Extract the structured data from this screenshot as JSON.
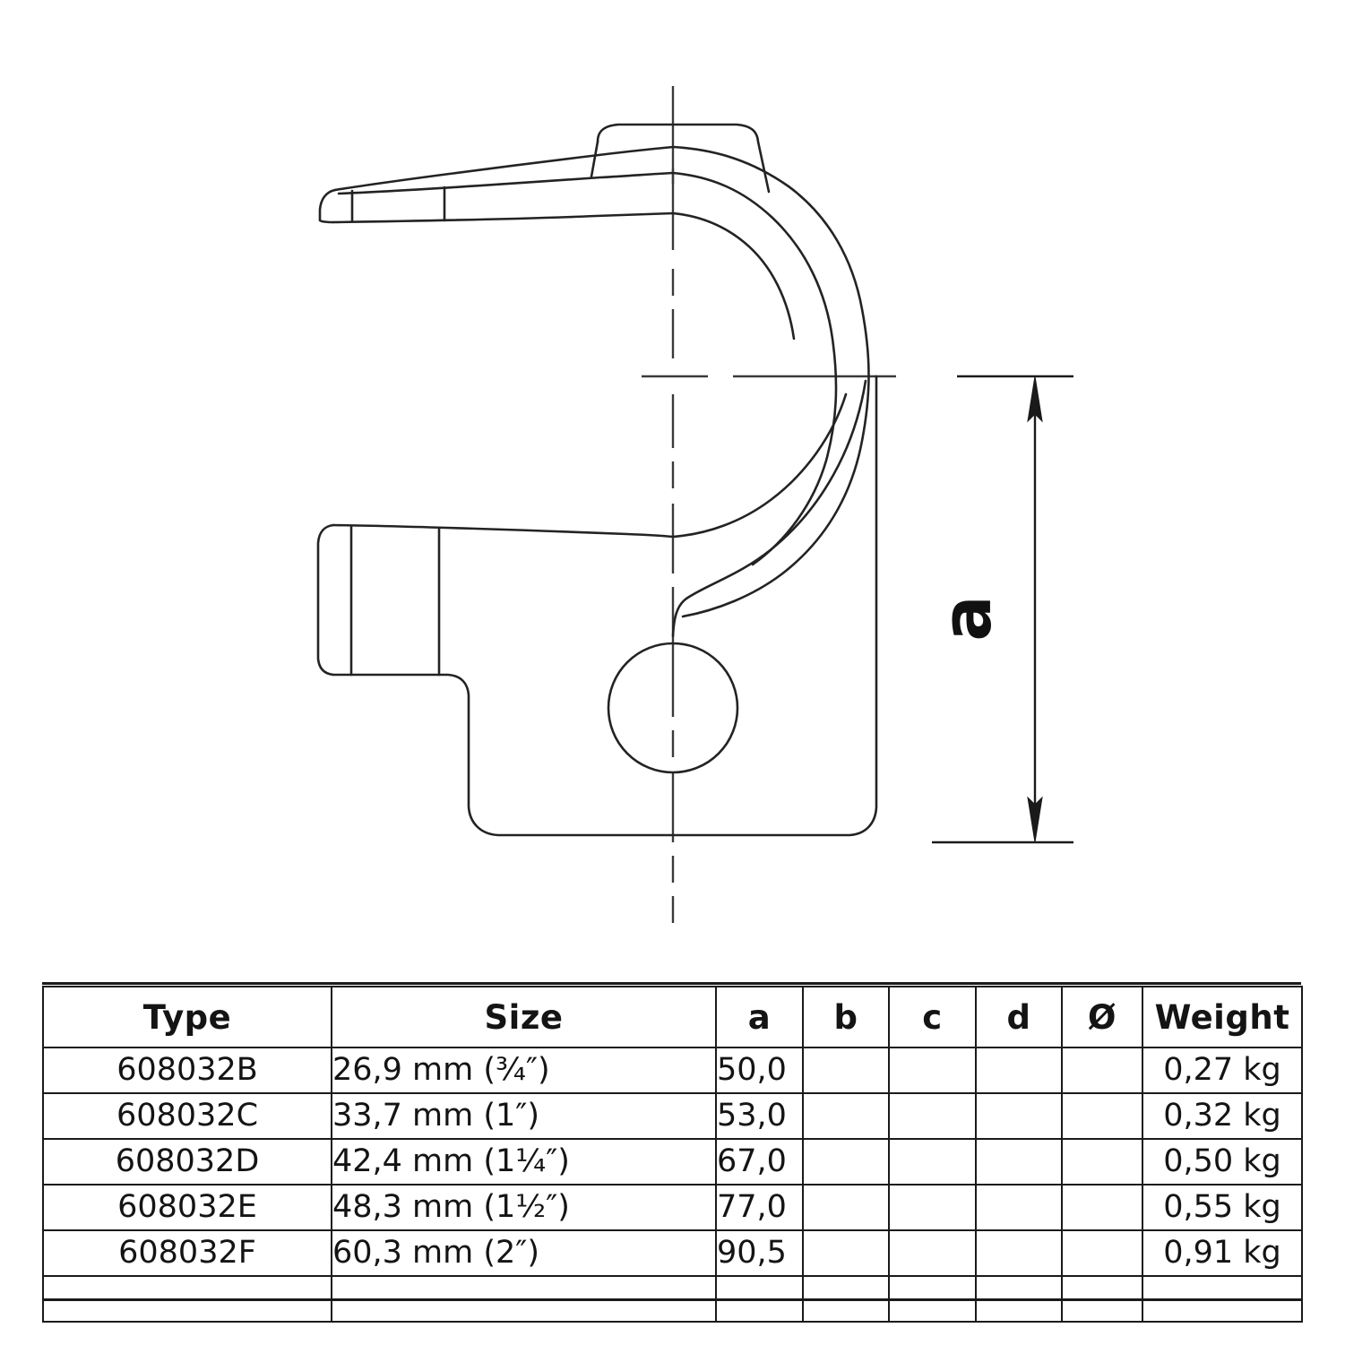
{
  "drawing": {
    "title": "pipe clamp side elevation technical drawing",
    "dimension_labels": [
      {
        "name": "a",
        "text": "a",
        "orientation": "vertical-rotated"
      }
    ],
    "line_color": "#222222",
    "center_line_color": "#3a3a3a",
    "background": "#ffffff"
  },
  "table": {
    "headers": {
      "type": "Type",
      "size": "Size",
      "a": "a",
      "b": "b",
      "c": "c",
      "d": "d",
      "dia": "Ø",
      "weight": "Weight"
    },
    "rows": [
      {
        "type": "608032B",
        "size": "26,9 mm (¾″)",
        "a": "50,0",
        "b": "",
        "c": "",
        "d": "",
        "dia": "",
        "weight": "0,27 kg"
      },
      {
        "type": "608032C",
        "size": "33,7 mm (1″)",
        "a": "53,0",
        "b": "",
        "c": "",
        "d": "",
        "dia": "",
        "weight": "0,32 kg"
      },
      {
        "type": "608032D",
        "size": "42,4 mm (1¼″)",
        "a": "67,0",
        "b": "",
        "c": "",
        "d": "",
        "dia": "",
        "weight": "0,50 kg"
      },
      {
        "type": "608032E",
        "size": "48,3 mm (1½″)",
        "a": "77,0",
        "b": "",
        "c": "",
        "d": "",
        "dia": "",
        "weight": "0,55 kg"
      },
      {
        "type": "608032F",
        "size": "60,3 mm (2″)",
        "a": "90,5",
        "b": "",
        "c": "",
        "d": "",
        "dia": "",
        "weight": "0,91 kg"
      }
    ],
    "empty_row": {
      "type": "",
      "size": "",
      "a": "",
      "b": "",
      "c": "",
      "d": "",
      "dia": "",
      "weight": ""
    }
  }
}
